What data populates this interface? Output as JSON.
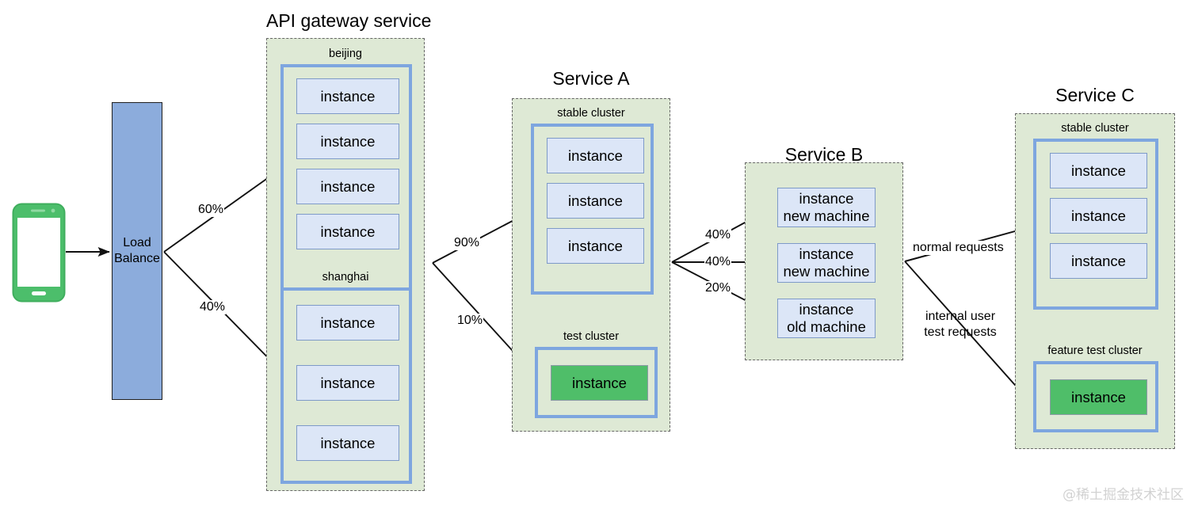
{
  "diagram": {
    "title_watermark": "@稀土掘金技术社区",
    "labels": {
      "instance": "instance",
      "instance_new_machine_l1": "instance",
      "instance_new_machine_l2": "new machine",
      "instance_old_machine_l1": "instance",
      "instance_old_machine_l2": "old machine"
    }
  },
  "client": {
    "name": "mobile-phone",
    "color": "#4CBE6B"
  },
  "load_balancer": {
    "label_line1": "Load",
    "label_line2": "Balance",
    "color": "#8CACDC"
  },
  "groups": [
    {
      "id": "api-gateway",
      "title": "API gateway service",
      "clusters": [
        {
          "id": "beijing",
          "label": "beijing",
          "instances": [
            {
              "text": "instance",
              "kind": "blue"
            },
            {
              "text": "instance",
              "kind": "blue"
            },
            {
              "text": "instance",
              "kind": "blue"
            },
            {
              "text": "instance",
              "kind": "blue"
            }
          ]
        },
        {
          "id": "shanghai",
          "label": "shanghai",
          "instances": [
            {
              "text": "instance",
              "kind": "blue"
            },
            {
              "text": "instance",
              "kind": "blue"
            },
            {
              "text": "instance",
              "kind": "blue"
            }
          ]
        }
      ]
    },
    {
      "id": "service-a",
      "title": "Service A",
      "clusters": [
        {
          "id": "a-stable",
          "label": "stable cluster",
          "instances": [
            {
              "text": "instance",
              "kind": "blue"
            },
            {
              "text": "instance",
              "kind": "blue"
            },
            {
              "text": "instance",
              "kind": "blue"
            }
          ]
        },
        {
          "id": "a-test",
          "label": "test cluster",
          "instances": [
            {
              "text": "instance",
              "kind": "green"
            }
          ]
        }
      ]
    },
    {
      "id": "service-b",
      "title": "Service B",
      "clusters": [
        {
          "id": "b-main",
          "label": "",
          "instances": [
            {
              "line1": "instance",
              "line2": "new machine",
              "kind": "blue"
            },
            {
              "line1": "instance",
              "line2": "new machine",
              "kind": "blue"
            },
            {
              "line1": "instance",
              "line2": "old machine",
              "kind": "blue"
            }
          ]
        }
      ]
    },
    {
      "id": "service-c",
      "title": "Service C",
      "clusters": [
        {
          "id": "c-stable",
          "label": "stable cluster",
          "instances": [
            {
              "text": "instance",
              "kind": "blue"
            },
            {
              "text": "instance",
              "kind": "blue"
            },
            {
              "text": "instance",
              "kind": "blue"
            }
          ]
        },
        {
          "id": "c-feature",
          "label": "feature test cluster",
          "instances": [
            {
              "text": "instance",
              "kind": "green"
            }
          ]
        }
      ]
    }
  ],
  "edges": [
    {
      "id": "client-to-lb",
      "label": ""
    },
    {
      "id": "lb-to-beijing",
      "label": "60%"
    },
    {
      "id": "lb-to-shanghai",
      "label": "40%"
    },
    {
      "id": "gw-to-a-stable",
      "label": "90%"
    },
    {
      "id": "gw-to-a-test",
      "label": "10%"
    },
    {
      "id": "a-to-b1",
      "label": "40%"
    },
    {
      "id": "a-to-b2",
      "label": "40%"
    },
    {
      "id": "a-to-b3",
      "label": "20%"
    },
    {
      "id": "b-to-c-stable",
      "label": "normal requests"
    },
    {
      "id": "b-to-c-feature-l1",
      "label": "internal user"
    },
    {
      "id": "b-to-c-feature-l2",
      "label": "test requests"
    }
  ]
}
